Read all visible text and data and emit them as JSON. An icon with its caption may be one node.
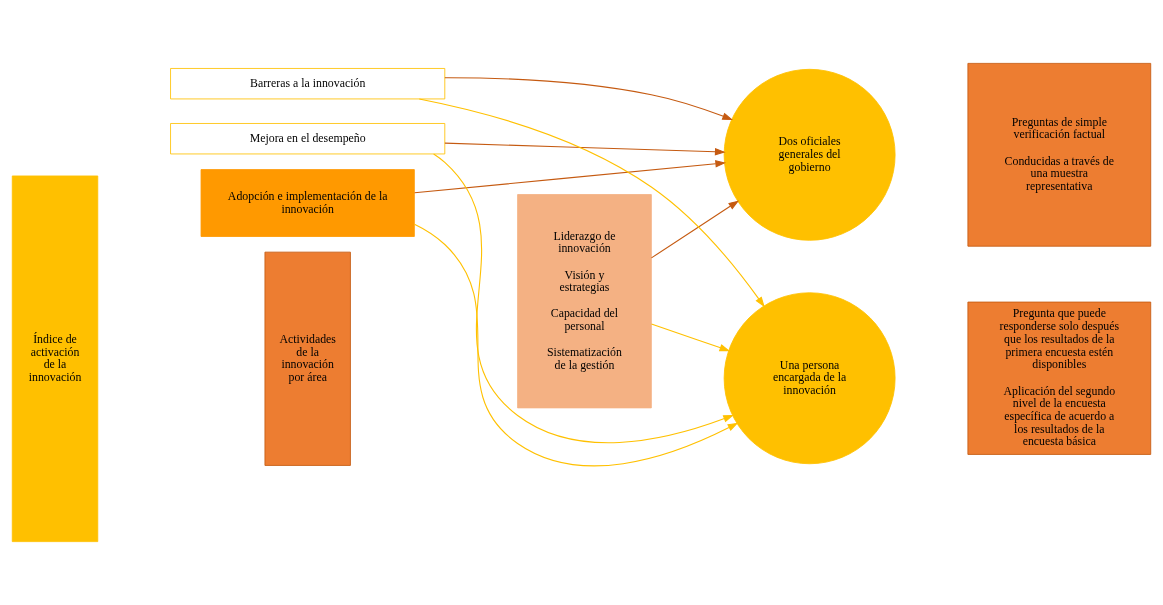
{
  "diagram": {
    "nodes": [
      {
        "text": [
          "Índice de activación de la innovación"
        ]
      },
      {
        "text": [
          "Actividades de la innovación por área"
        ]
      },
      {
        "text": [
          "Liderazgo de innovación",
          "Visión y estrategias",
          "Capacidad del personal",
          "Sistematización de la gestión"
        ]
      },
      {
        "text": [
          "Adopción e implementación de la innovación"
        ]
      },
      {
        "text": [
          "Mejora en el desempeño"
        ]
      },
      {
        "text": [
          "Barreras a la innovación"
        ]
      },
      {
        "text": [
          "Una persona encargada de la innovación"
        ]
      },
      {
        "text": [
          "Dos oficiales generales del gobierno"
        ]
      },
      {
        "text": [
          "Pregunta que puede responderse solo después que los resultados de la primera encuesta estén disponibles",
          "Aplicación del segundo nivel de la encuesta específica de acuerdo a los resultados de la encuesta básica"
        ]
      },
      {
        "text": [
          "Preguntas de simple verificación factual",
          "Conducidas a través de una muestra representativa"
        ]
      }
    ],
    "edges": [
      {
        "from": 2,
        "to": 6,
        "arrow": "to",
        "color": "#ffc000"
      },
      {
        "from": 2,
        "to": 7,
        "arrow": "to",
        "color": "#c55a11"
      },
      {
        "from": 3,
        "to": 6,
        "arrow": "to",
        "color": "#ffc000"
      },
      {
        "from": 3,
        "to": 7,
        "arrow": "to",
        "color": "#c55a11"
      },
      {
        "from": 4,
        "to": 6,
        "arrow": "to",
        "color": "#ffc000"
      },
      {
        "from": 4,
        "to": 7,
        "arrow": "to",
        "color": "#c55a11"
      },
      {
        "from": 5,
        "to": 6,
        "arrow": "to",
        "color": "#ffc000"
      },
      {
        "from": 5,
        "to": 7,
        "arrow": "to",
        "color": "#c55a11"
      }
    ]
  }
}
